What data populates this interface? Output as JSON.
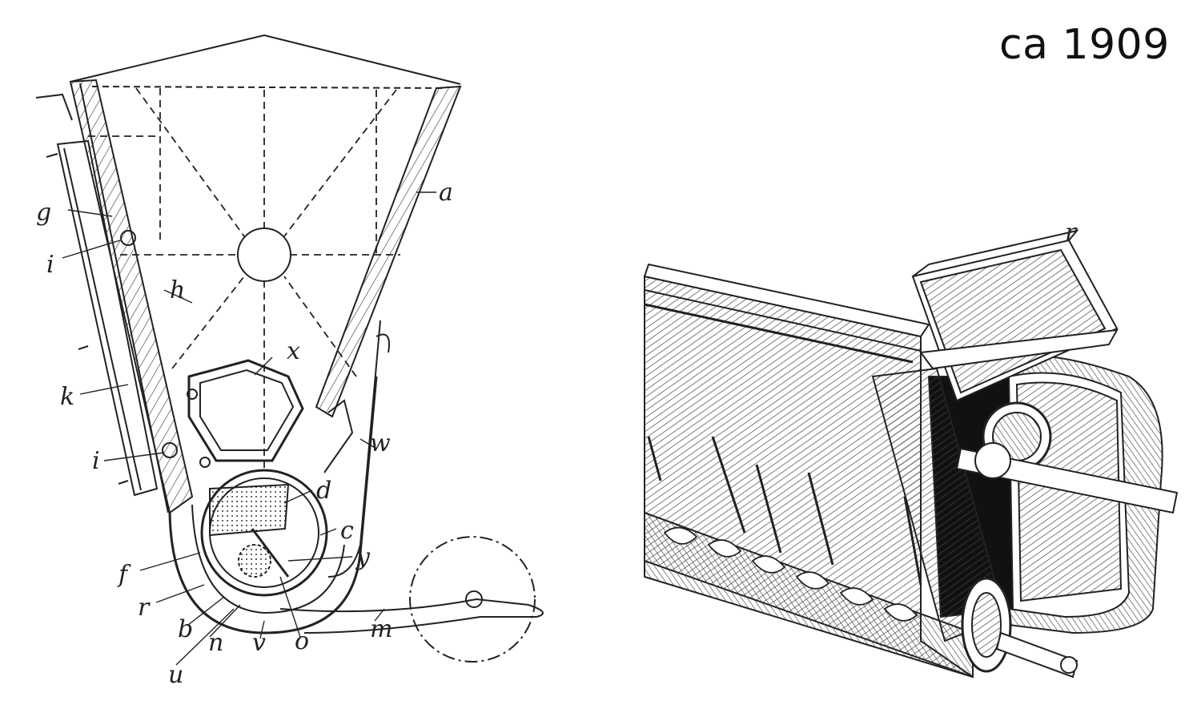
{
  "caption": "ca 1909",
  "figure_left": {
    "labels": {
      "a": "a",
      "g": "g",
      "i1": "i",
      "h": "h",
      "x": "x",
      "k": "k",
      "i2": "i",
      "w": "w",
      "d": "d",
      "c": "c",
      "f": "f",
      "y": "y",
      "r": "r",
      "b": "b",
      "n": "n",
      "v": "v",
      "o": "o",
      "m": "m",
      "u": "u"
    }
  },
  "figure_right": {
    "labels": {
      "top": "r"
    }
  },
  "colors": {
    "ink": "#222222",
    "hatch": "#555555",
    "bg": "#ffffff"
  }
}
